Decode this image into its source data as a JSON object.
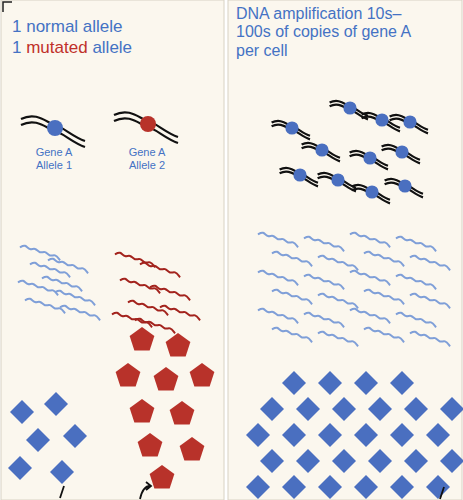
{
  "diagram": {
    "labels": [
      "1 normal allele",
      "1 mutated allele",
      "Gene A Allele 1",
      "Gene A Allele 2",
      "DNA amplification 10s–100s of copies of gene A per cell"
    ]
  }
}
